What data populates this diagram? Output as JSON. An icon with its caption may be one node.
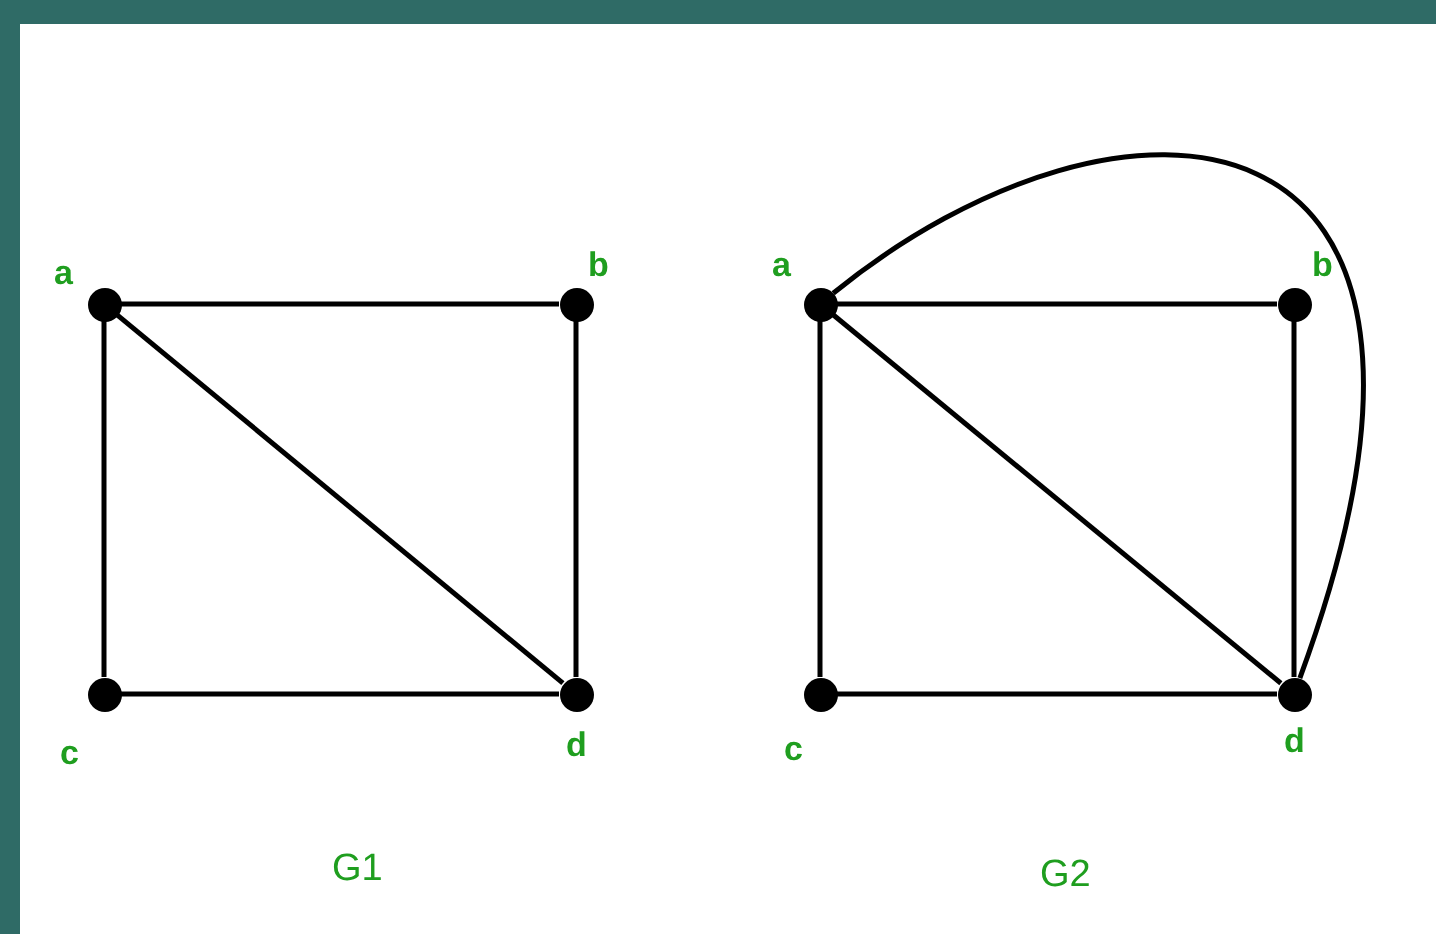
{
  "diagram": {
    "nodes": [
      {
        "text": [],
        "shape": "circle",
        "beside": [
          "a"
        ]
      },
      {
        "text": [],
        "shape": "circle",
        "beside": [
          "b"
        ]
      },
      {
        "text": [],
        "shape": "circle",
        "beside": [
          "c"
        ]
      },
      {
        "text": [],
        "shape": "circle",
        "beside": [
          "d"
        ]
      },
      {
        "text": [],
        "shape": "circle",
        "beside": [
          "a"
        ]
      },
      {
        "text": [],
        "shape": "circle",
        "beside": [
          "b"
        ]
      },
      {
        "text": [],
        "shape": "circle",
        "beside": [
          "c"
        ]
      },
      {
        "text": [],
        "shape": "circle",
        "beside": [
          "d"
        ]
      }
    ],
    "edges": [
      {
        "from": 0,
        "to": 1,
        "arrow": "none"
      },
      {
        "from": 0,
        "to": 2,
        "arrow": "none"
      },
      {
        "from": 0,
        "to": 3,
        "arrow": "none"
      },
      {
        "from": 1,
        "to": 3,
        "arrow": "none"
      },
      {
        "from": 2,
        "to": 3,
        "arrow": "none"
      },
      {
        "from": 4,
        "to": 5,
        "arrow": "none"
      },
      {
        "from": 4,
        "to": 6,
        "arrow": "none"
      },
      {
        "from": 4,
        "to": 7,
        "arrow": "none"
      },
      {
        "from": 5,
        "to": 7,
        "arrow": "none"
      },
      {
        "from": 6,
        "to": 7,
        "arrow": "none"
      },
      {
        "from": 4,
        "to": 7,
        "arrow": "none"
      }
    ],
    "labels": [
      "G1",
      "G2"
    ]
  }
}
